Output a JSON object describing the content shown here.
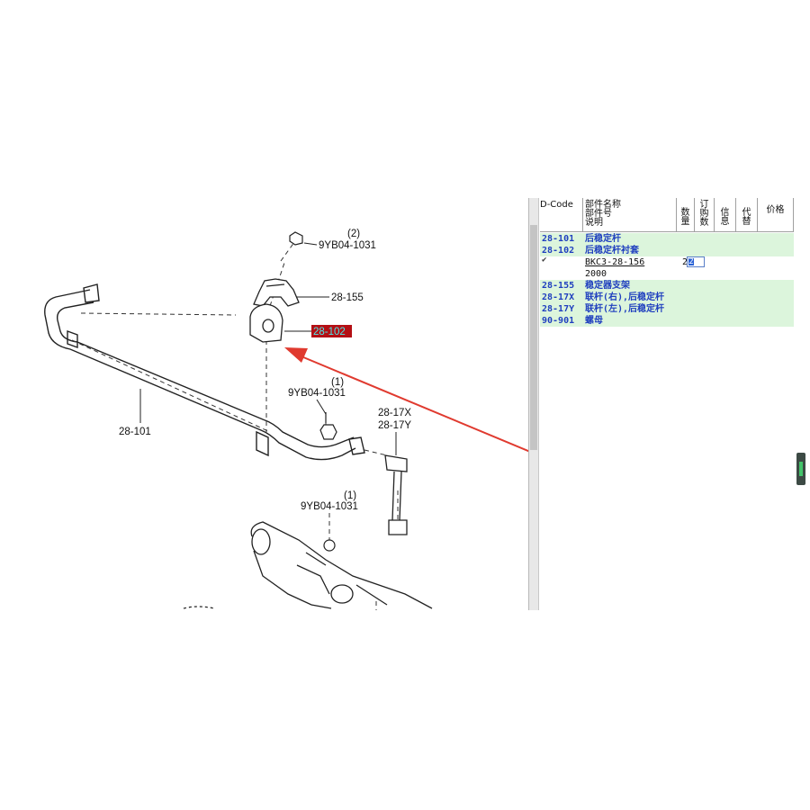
{
  "diagram": {
    "callouts": {
      "bolt_top_qty": "(2)",
      "bolt_top_part": "9YB04-1031",
      "bracket": "28-155",
      "bushing_highlighted": "28-102",
      "bolt_mid_qty": "(1)",
      "bolt_mid_part": "9YB04-1031",
      "link_right": "28-17X",
      "link_left": "28-17Y",
      "stabilizer": "28-101",
      "bolt_low_qty": "(1)",
      "bolt_low_part": "9YB04-1031"
    },
    "arrow_color": "#e03a2f",
    "highlight_color": "#b40f14"
  },
  "table": {
    "headers": {
      "code": "D-Code",
      "name_line1": "部件名称",
      "name_line2": "部件号",
      "name_line3": "说明",
      "qty": "数量",
      "order_line1": "订",
      "order_line2": "购",
      "order_line3": "数",
      "info_line1": "信",
      "info_line2": "息",
      "alt_line1": "代",
      "alt_line2": "替",
      "price": "价格"
    },
    "rows": [
      {
        "code": "28-101",
        "name": "后稳定杆"
      },
      {
        "code": "28-102",
        "name": "后稳定杆衬套"
      },
      {
        "check": "✔",
        "part_no": "BKC3-28-156",
        "qty": "2",
        "order_qty": "2"
      },
      {
        "desc": "2000"
      },
      {
        "code": "28-155",
        "name": "稳定器支架"
      },
      {
        "code": "28-17X",
        "name": "联杆(右),后稳定杆"
      },
      {
        "code": "28-17Y",
        "name": "联杆(左),后稳定杆"
      },
      {
        "code": "90-901",
        "name": "螺母"
      }
    ]
  }
}
